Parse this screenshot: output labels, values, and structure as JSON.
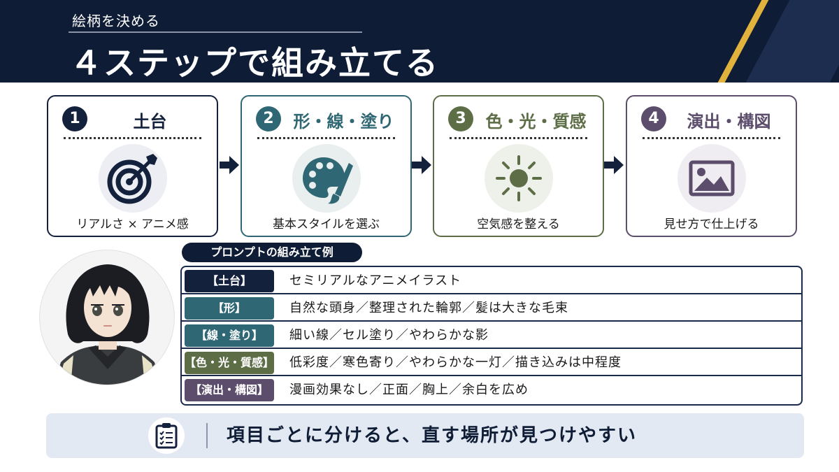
{
  "header": {
    "subtitle": "絵柄を決める",
    "title": "４ステップで組み立てる"
  },
  "steps": [
    {
      "number": "1",
      "label": "土台",
      "caption": "リアルさ × アニメ感",
      "icon": "target-icon",
      "color": "#14213d",
      "icon_bg": "#eceef3"
    },
    {
      "number": "2",
      "label": "形・線・塗り",
      "caption": "基本スタイルを選ぶ",
      "icon": "palette-icon",
      "color": "#2f6874",
      "icon_bg": "#e9eeef"
    },
    {
      "number": "3",
      "label": "色・光・質感",
      "caption": "空気感を整える",
      "icon": "sun-icon",
      "color": "#5d6e47",
      "icon_bg": "#eef0ea"
    },
    {
      "number": "4",
      "label": "演出・構図",
      "caption": "見せ方で仕上げる",
      "icon": "image-icon",
      "color": "#5b4d6b",
      "icon_bg": "#efedf1"
    }
  ],
  "prompt_example": {
    "title": "プロンプトの組み立て例",
    "rows": [
      {
        "label": "【土台】",
        "text": "セミリアルなアニメイラスト",
        "color": "#14213d"
      },
      {
        "label": "【形】",
        "text": "自然な頭身／整理された輪郭／髪は大きな毛束",
        "color": "#2f6874"
      },
      {
        "label": "【線・塗り】",
        "text": "細い線／セル塗り／やわらかな影",
        "color": "#2f6874"
      },
      {
        "label": "【色・光・質感】",
        "text": "低彩度／寒色寄り／やわらかな一灯／描き込みは中程度",
        "color": "#5d6e47"
      },
      {
        "label": "【演出・構図】",
        "text": "漫画効果なし／正面／胸上／余白を広め",
        "color": "#5b4d6b"
      }
    ]
  },
  "banner": {
    "icon": "clipboard-checklist-icon",
    "text": "項目ごとに分けると、直す場所が見つけやすい"
  }
}
